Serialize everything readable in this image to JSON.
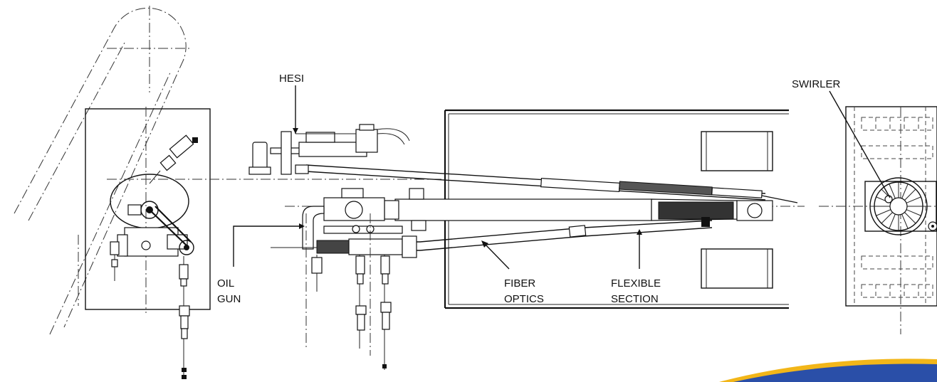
{
  "labels": {
    "hesi": "HESI",
    "swirler": "SWIRLER",
    "oil_gun_1": "OIL",
    "oil_gun_2": "GUN",
    "fiber_optics_1": "FIBER",
    "fiber_optics_2": "OPTICS",
    "flexible_section_1": "FLEXIBLE",
    "flexible_section_2": "SECTION"
  },
  "colors": {
    "line": "#111111",
    "banner_blue": "#2a4fa8",
    "banner_yellow": "#f2b619"
  }
}
